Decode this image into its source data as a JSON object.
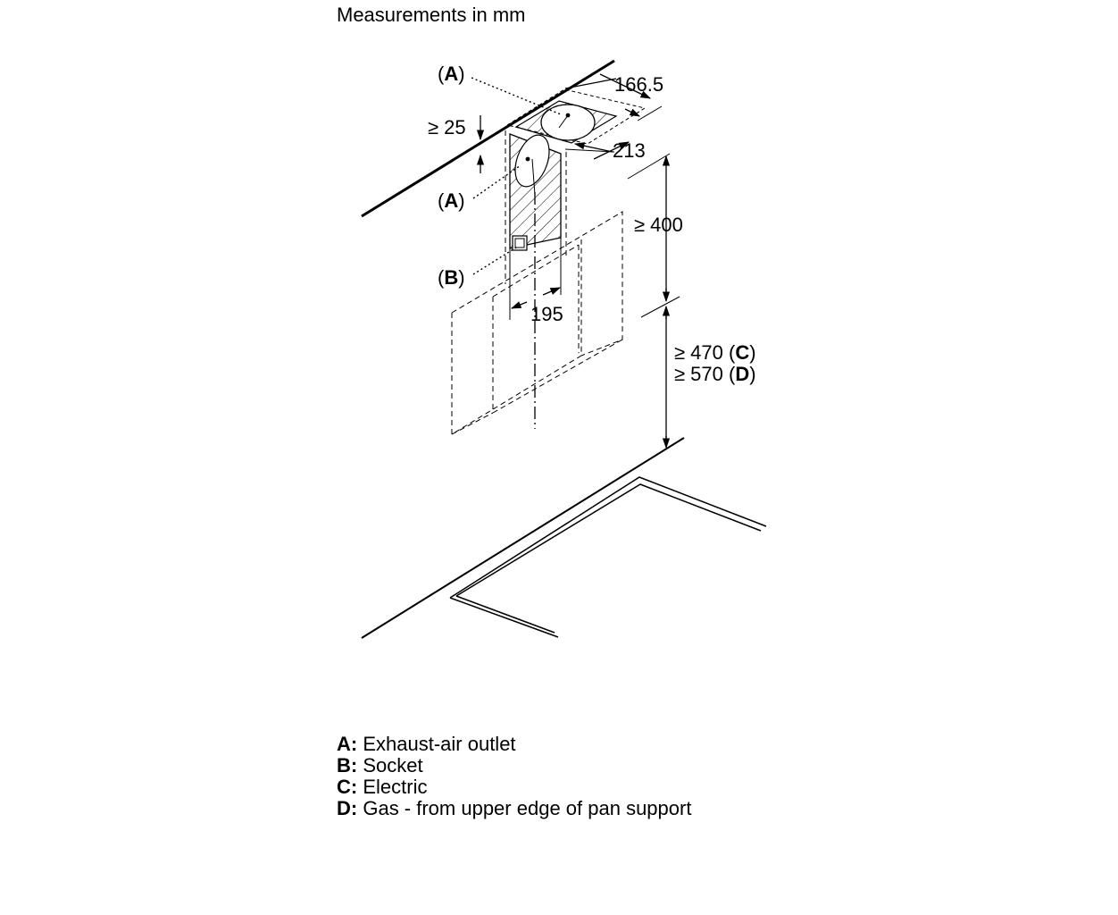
{
  "title": "Measurements in mm",
  "labels": {
    "a_top": "A",
    "a_mid": "A",
    "b": "B"
  },
  "dimensions": {
    "d_166": "166.5",
    "d_25": "≥ 25",
    "d_213": "213",
    "d_400": "≥ 400",
    "d_195": "195",
    "d_470": "≥ 470",
    "d_470_key": "C",
    "d_570": "≥ 570",
    "d_570_key": "D"
  },
  "legend": [
    {
      "key": "A:",
      "text": "Exhaust-air outlet"
    },
    {
      "key": "B:",
      "text": "Socket"
    },
    {
      "key": "C:",
      "text": "Electric"
    },
    {
      "key": "D:",
      "text": "Gas - from upper edge of pan support"
    }
  ]
}
